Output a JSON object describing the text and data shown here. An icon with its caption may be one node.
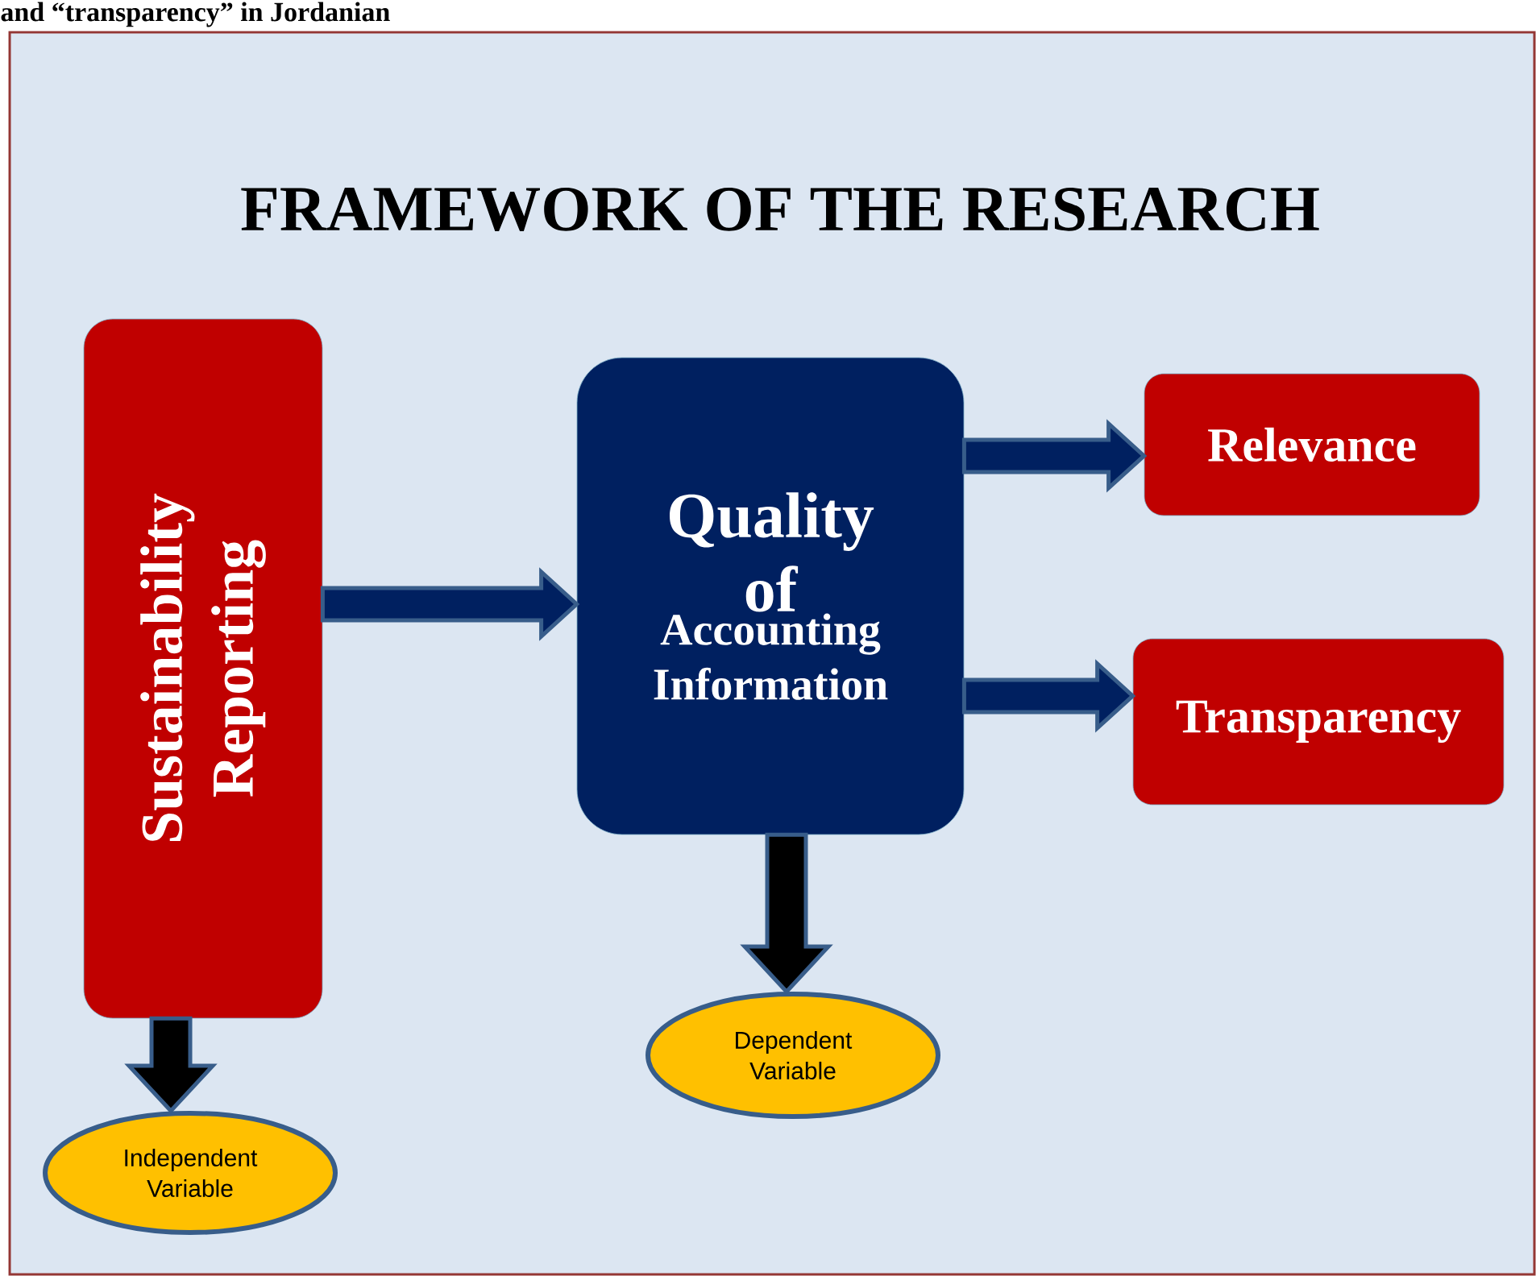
{
  "diagram": {
    "title": "FRAMEWORK OF THE RESEARCH",
    "nodes": [
      {
        "text": [
          "Sustainability Reporting"
        ]
      },
      {
        "text": [
          "Quality of",
          "Accounting Information"
        ]
      },
      {
        "text": [
          "Relevance"
        ]
      },
      {
        "text": [
          "Transparency"
        ]
      },
      {
        "text": [
          "Dependent Variable"
        ]
      },
      {
        "text": [
          "Independent Variable"
        ]
      }
    ],
    "edges": [
      {
        "from": 0,
        "to": 1,
        "arrow": "to"
      },
      {
        "from": 1,
        "to": 2,
        "arrow": "to"
      },
      {
        "from": 1,
        "to": 3,
        "arrow": "to"
      },
      {
        "from": 1,
        "to": 4,
        "arrow": "to",
        "color": "#000000"
      },
      {
        "from": 0,
        "to": 5,
        "arrow": "to",
        "color": "#000000"
      }
    ],
    "labels": [
      "and “transparency” in Jordanian"
    ]
  }
}
